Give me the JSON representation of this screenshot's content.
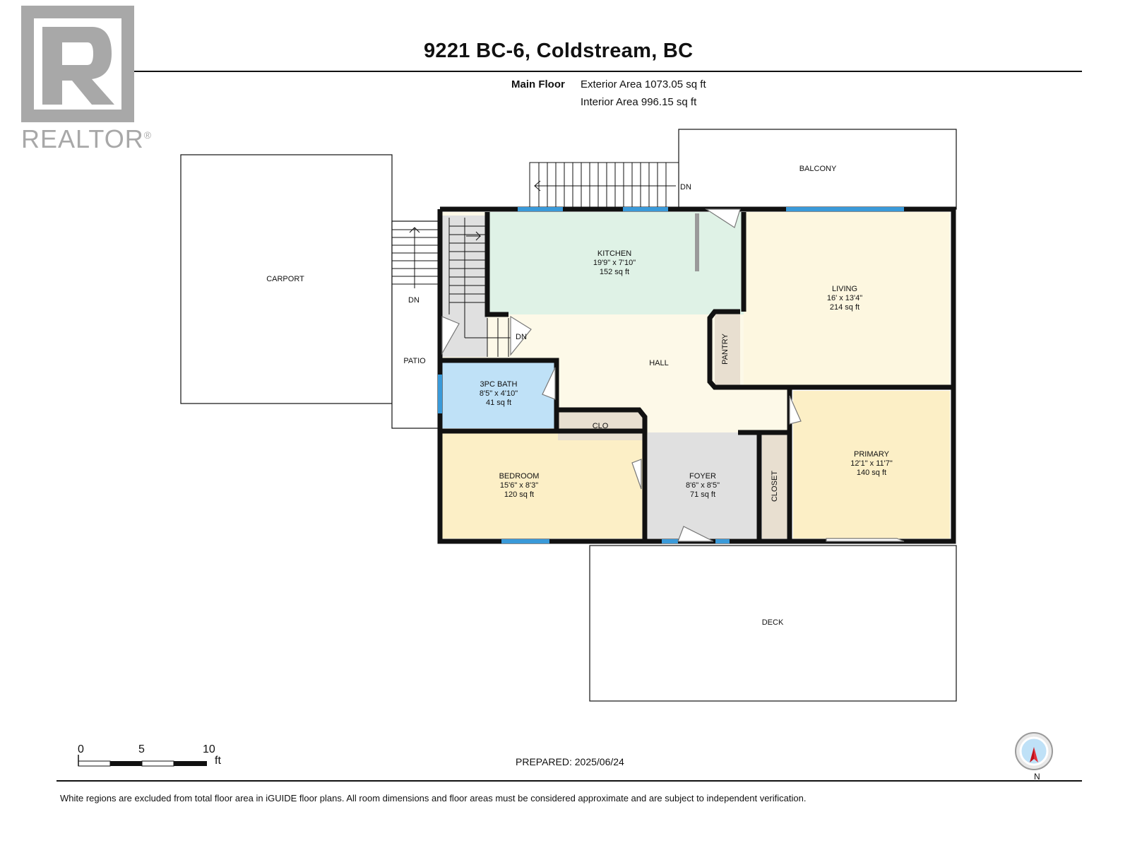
{
  "title": "9221 BC-6, Coldstream, BC",
  "logo": {
    "text": "REALTOR",
    "mark": "registered-mark"
  },
  "floor": {
    "name": "Main Floor",
    "exterior_area": "Exterior Area 1073.05 sq ft",
    "interior_area": "Interior Area 996.15 sq ft"
  },
  "rooms": {
    "kitchen": {
      "name": "KITCHEN",
      "dims": "19'9\" x 7'10\"",
      "area": "152 sq ft"
    },
    "living": {
      "name": "LIVING",
      "dims": "16' x 13'4\"",
      "area": "214 sq ft"
    },
    "bath": {
      "name": "3PC BATH",
      "dims": "8'5\" x 4'10\"",
      "area": "41 sq ft"
    },
    "bedroom": {
      "name": "BEDROOM",
      "dims": "15'6\" x 8'3\"",
      "area": "120 sq ft"
    },
    "foyer": {
      "name": "FOYER",
      "dims": "8'6\" x 8'5\"",
      "area": "71 sq ft"
    },
    "primary": {
      "name": "PRIMARY",
      "dims": "12'1\" x 11'7\"",
      "area": "140 sq ft"
    },
    "hall": {
      "name": "HALL"
    },
    "clo": {
      "name": "CLO"
    },
    "pantry": {
      "name": "PANTRY"
    },
    "closet": {
      "name": "CLOSET"
    }
  },
  "exterior": {
    "carport": "CARPORT",
    "patio": "PATIO",
    "balcony": "BALCONY",
    "deck": "DECK",
    "dn_1": "DN",
    "dn_2": "DN",
    "dn_3": "DN"
  },
  "scale": {
    "ticks": [
      "0",
      "5",
      "10"
    ],
    "unit": "ft"
  },
  "prepared": "PREPARED: 2025/06/24",
  "north_label": "N",
  "disclaimer": "White regions are excluded from total floor area in iGUIDE floor plans. All room dimensions and floor areas must be considered approximate and are subject to independent verification.",
  "colors": {
    "kitchen": "#dff2e6",
    "living": "#fdf7e0",
    "hall": "#fdf9e8",
    "bath": "#bfe1f7",
    "bedroom": "#fcefc6",
    "primary": "#fcefc6",
    "foyer": "#e0e0e0",
    "closet": "#e8dfd0",
    "wall": "#111111",
    "window": "#3a9ad9",
    "logo": "#a8a8a8"
  }
}
